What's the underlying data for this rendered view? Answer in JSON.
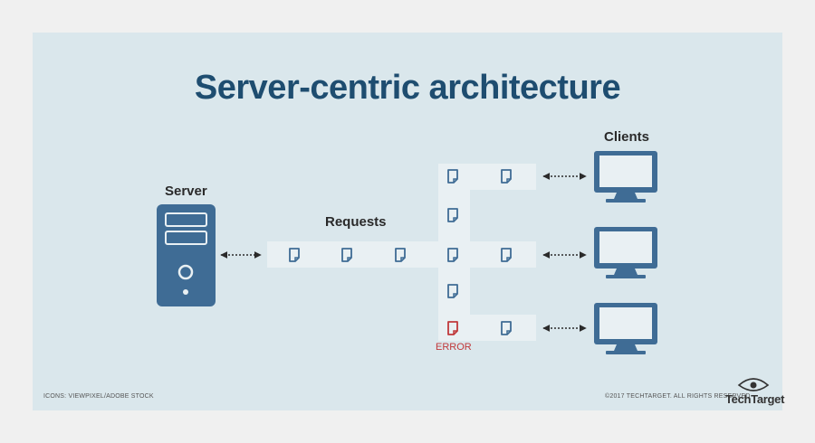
{
  "title": "Server-centric architecture",
  "labels": {
    "server": "Server",
    "requests": "Requests",
    "clients": "Clients",
    "error": "ERROR"
  },
  "footer": {
    "icons_credit": "ICONS: VIEWPIXEL/ADOBE STOCK",
    "copyright": "©2017 TECHTARGET. ALL RIGHTS RESERVED",
    "brand": "TechTarget"
  },
  "colors": {
    "panel": "#dae7ec",
    "track": "#e9f0f3",
    "title": "#1e4d70",
    "icon": "#3f6c95",
    "error": "#c0393b",
    "arrow": "#2a2a2a"
  },
  "icons": {
    "server": "server-tower-icon",
    "client": "desktop-monitor-icon",
    "request": "document-icon",
    "brand": "eye-logo-icon"
  }
}
